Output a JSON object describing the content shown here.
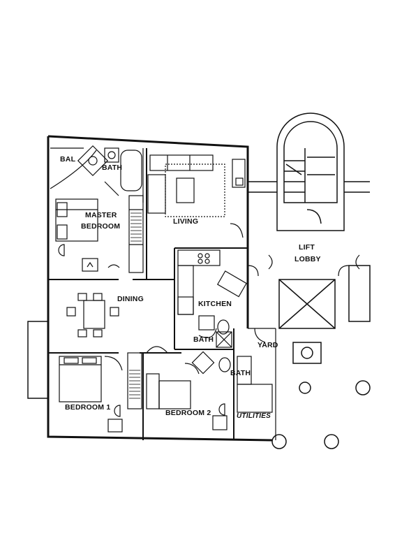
{
  "floor_plan": {
    "rooms": {
      "bal": "BAL",
      "master_bath": "BATH",
      "master_bedroom_line1": "MASTER",
      "master_bedroom_line2": "BEDROOM",
      "living": "LIVING",
      "dining": "DINING",
      "kitchen": "KITCHEN",
      "kitchen_bath": "BATH",
      "yard": "YARD",
      "bedroom1": "BEDROOM 1",
      "bedroom2": "BEDROOM 2",
      "bath2": "BATH",
      "utilities": "UTILITIES",
      "lift_lobby_line1": "LIFT",
      "lift_lobby_line2": "LOBBY"
    },
    "colors": {
      "line": "#111111",
      "background": "#ffffff"
    }
  }
}
